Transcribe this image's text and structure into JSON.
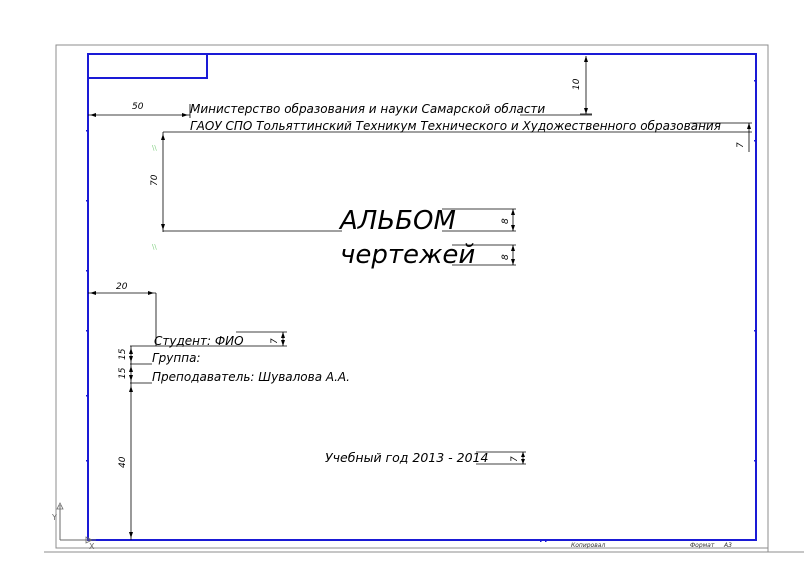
{
  "header": {
    "ministry": "Министерство образования и науки Самарской области",
    "college": "ГАОУ СПО Тольяттинский Техникум Технического и Художественного образования"
  },
  "title": {
    "line1": "АЛЬБОМ",
    "line2": "чертежей"
  },
  "people": {
    "student": "Студент: ФИО",
    "group": "Группа:",
    "teacher": "Преподаватель: Шувалова А.А."
  },
  "year": "Учебный год 2013 - 2014",
  "dimensions": {
    "top_offset": "10",
    "left_indent": "50",
    "college_height": "7",
    "title_gap": "70",
    "title_height_1": "8",
    "title_height_2": "8",
    "people_indent": "20",
    "student_height": "7",
    "student_gap": "15",
    "group_gap": "15",
    "bottom_gap": "40",
    "year_height": "7"
  },
  "footer": {
    "copied": "Копировал",
    "format": "Формат",
    "format_value": "A3"
  },
  "colors": {
    "frame": "#1a1ad6",
    "outer": "#8c8c8c",
    "text": "#000000"
  }
}
